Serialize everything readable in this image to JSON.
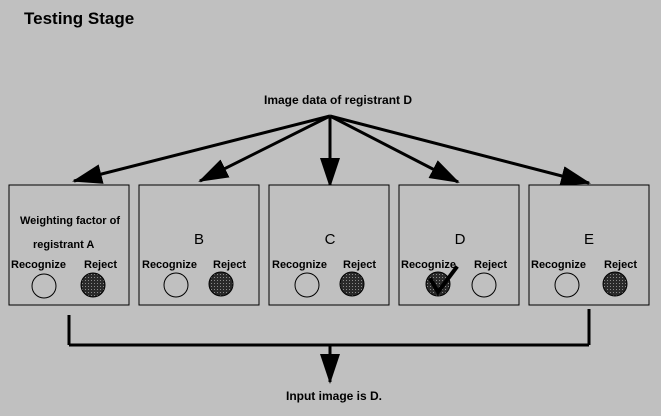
{
  "title": "Testing Stage",
  "top_label": "Image data of registrant D",
  "bottom_label": "Input image is D.",
  "colors": {
    "background": "#c0c0c0",
    "line": "#000000",
    "circle_filled": "#404040",
    "circle_empty": "#c0c0c0"
  },
  "boxes": [
    {
      "id": "A",
      "line1": "Weighting factor of",
      "line2": "registrant  A",
      "recognize_label": "Recognize",
      "reject_label": "Reject",
      "recognize_filled": false,
      "reject_filled": true,
      "checked": false
    },
    {
      "id": "B",
      "letter": "B",
      "recognize_label": "Recognize",
      "reject_label": "Reject",
      "recognize_filled": false,
      "reject_filled": true,
      "checked": false
    },
    {
      "id": "C",
      "letter": "C",
      "recognize_label": "Recognize",
      "reject_label": "Reject",
      "recognize_filled": false,
      "reject_filled": true,
      "checked": false
    },
    {
      "id": "D",
      "letter": "D",
      "recognize_label": "Recognize",
      "reject_label": "Reject",
      "recognize_filled": true,
      "reject_filled": false,
      "checked": true
    },
    {
      "id": "E",
      "letter": "E",
      "recognize_label": "Recognize",
      "reject_label": "Reject",
      "recognize_filled": false,
      "reject_filled": true,
      "checked": false
    }
  ]
}
